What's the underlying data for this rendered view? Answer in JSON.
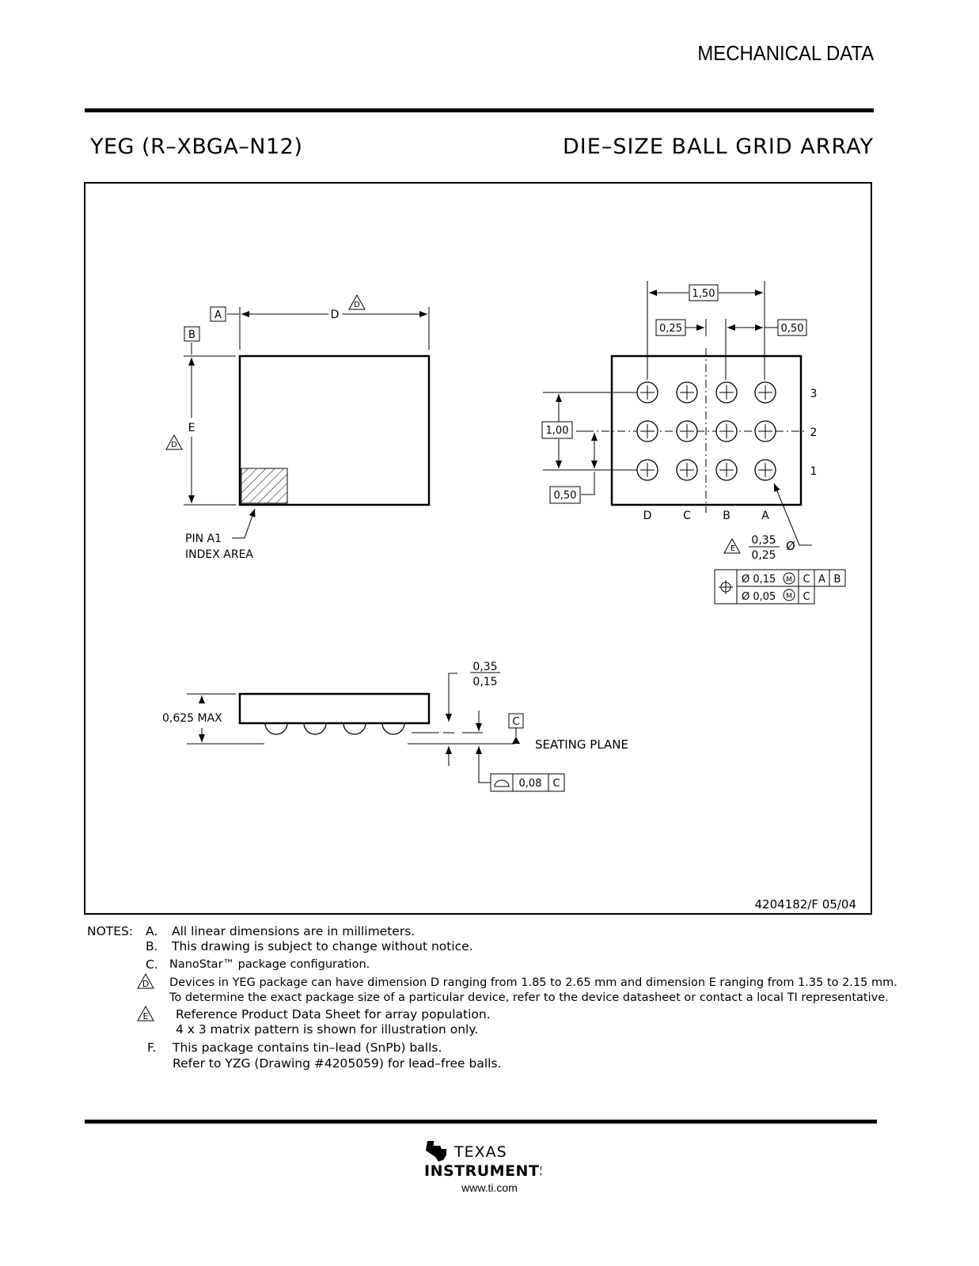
{
  "header": {
    "section": "MECHANICAL DATA"
  },
  "title": {
    "package_code": "YEG (R–XBGA–N12)",
    "package_type": "DIE–SIZE BALL GRID ARRAY"
  },
  "top_view": {
    "datum_a": "A",
    "datum_b": "B",
    "dim_d": "D",
    "dim_e": "E",
    "note_d": "D",
    "pin_label_1": "PIN A1",
    "pin_label_2": "INDEX AREA"
  },
  "bottom_view": {
    "pitch_x": "1,50",
    "offset_x": "0,25",
    "pitch_half": "0,50",
    "pitch_y": "1,00",
    "offset_y": "0,50",
    "row_labels": [
      "3",
      "2",
      "1"
    ],
    "col_labels": [
      "D",
      "C",
      "B",
      "A"
    ],
    "ball_note": "E",
    "ball_max": "0,35",
    "ball_min": "0,25",
    "diameter_symbol": "Ø",
    "tol_row1": {
      "value": "Ø 0,15",
      "mod": "M",
      "d1": "C",
      "d2": "A",
      "d3": "B"
    },
    "tol_row2": {
      "value": "Ø 0,05",
      "mod": "M",
      "d1": "C"
    }
  },
  "side_view": {
    "height": "0,625 MAX",
    "standoff_max": "0,35",
    "standoff_min": "0,15",
    "datum_c": "C",
    "seating_plane": "SEATING PLANE",
    "coplanarity": "0,08",
    "coplanarity_datum": "C"
  },
  "drawing_id": "4204182/F   05/04",
  "notes": {
    "heading": "NOTES:",
    "a_letter": "A.",
    "a": "All linear dimensions are in millimeters.",
    "b_letter": "B.",
    "b": "This drawing is subject to change without notice.",
    "c_letter": "C.",
    "c": "NanoStar™ package configuration.",
    "d_letter": "D",
    "d1": "Devices in YEG package can have dimension D ranging from 1.85 to 2.65 mm and dimension E ranging from 1.35 to 2.15 mm.",
    "d2": "To determine the exact package size of a particular device, refer to the device datasheet or contact a local TI representative.",
    "e_letter": "E",
    "e1": "Reference Product Data Sheet for array population.",
    "e2": "4 x 3 matrix pattern is shown for illustration only.",
    "f_letter": "F.",
    "f1": "This package contains tin–lead (SnPb) balls.",
    "f2": "Refer to YZG (Drawing #4205059) for lead–free balls."
  },
  "footer": {
    "brand_line1": "Texas",
    "brand_line2": "Instruments",
    "url": "www.ti.com"
  }
}
